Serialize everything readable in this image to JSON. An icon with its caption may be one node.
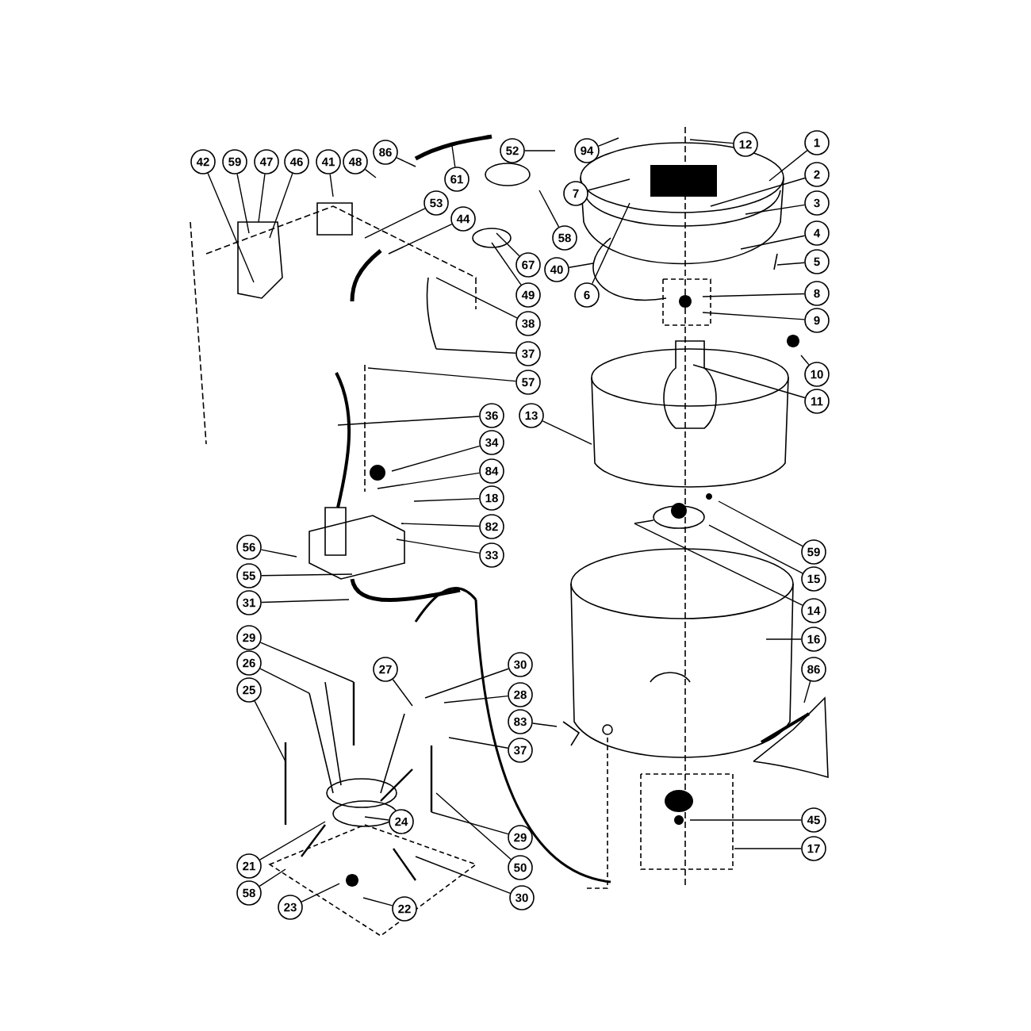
{
  "diagram": {
    "nodes": [
      {
        "text": [
          "42"
        ]
      },
      {
        "text": [
          "59"
        ]
      },
      {
        "text": [
          "47"
        ]
      },
      {
        "text": [
          "46"
        ]
      },
      {
        "text": [
          "41"
        ]
      },
      {
        "text": [
          "48"
        ]
      },
      {
        "text": [
          "86"
        ]
      },
      {
        "text": [
          "52"
        ]
      },
      {
        "text": [
          "94"
        ]
      },
      {
        "text": [
          "12"
        ]
      },
      {
        "text": [
          "1"
        ]
      },
      {
        "text": [
          "61"
        ]
      },
      {
        "text": [
          "7"
        ]
      },
      {
        "text": [
          "2"
        ]
      },
      {
        "text": [
          "53"
        ]
      },
      {
        "text": [
          "3"
        ]
      },
      {
        "text": [
          "44"
        ]
      },
      {
        "text": [
          "4"
        ]
      },
      {
        "text": [
          "58"
        ]
      },
      {
        "text": [
          "5"
        ]
      },
      {
        "text": [
          "67"
        ]
      },
      {
        "text": [
          "40"
        ]
      },
      {
        "text": [
          "8"
        ]
      },
      {
        "text": [
          "49"
        ]
      },
      {
        "text": [
          "6"
        ]
      },
      {
        "text": [
          "9"
        ]
      },
      {
        "text": [
          "38"
        ]
      },
      {
        "text": [
          "37"
        ]
      },
      {
        "text": [
          "10"
        ]
      },
      {
        "text": [
          "57"
        ]
      },
      {
        "text": [
          "11"
        ]
      },
      {
        "text": [
          "36"
        ]
      },
      {
        "text": [
          "13"
        ]
      },
      {
        "text": [
          "34"
        ]
      },
      {
        "text": [
          "84"
        ]
      },
      {
        "text": [
          "18"
        ]
      },
      {
        "text": [
          "82"
        ]
      },
      {
        "text": [
          "56"
        ]
      },
      {
        "text": [
          "59"
        ]
      },
      {
        "text": [
          "33"
        ]
      },
      {
        "text": [
          "55"
        ]
      },
      {
        "text": [
          "15"
        ]
      },
      {
        "text": [
          "31"
        ]
      },
      {
        "text": [
          "14"
        ]
      },
      {
        "text": [
          "29"
        ]
      },
      {
        "text": [
          "16"
        ]
      },
      {
        "text": [
          "26"
        ]
      },
      {
        "text": [
          "30"
        ]
      },
      {
        "text": [
          "27"
        ]
      },
      {
        "text": [
          "86"
        ]
      },
      {
        "text": [
          "25"
        ]
      },
      {
        "text": [
          "28"
        ]
      },
      {
        "text": [
          "83"
        ]
      },
      {
        "text": [
          "37"
        ]
      },
      {
        "text": [
          "45"
        ]
      },
      {
        "text": [
          "24"
        ]
      },
      {
        "text": [
          "29"
        ]
      },
      {
        "text": [
          "17"
        ]
      },
      {
        "text": [
          "21"
        ]
      },
      {
        "text": [
          "50"
        ]
      },
      {
        "text": [
          "58"
        ]
      },
      {
        "text": [
          "30"
        ]
      },
      {
        "text": [
          "23"
        ]
      },
      {
        "text": [
          "22"
        ]
      }
    ],
    "edges": [
      {
        "from": 0,
        "to": null,
        "arrow": "none"
      },
      {
        "from": 1,
        "to": null,
        "arrow": "none"
      },
      {
        "from": 2,
        "to": null,
        "arrow": "none"
      },
      {
        "from": 3,
        "to": null,
        "arrow": "none"
      },
      {
        "from": 4,
        "to": null,
        "arrow": "none"
      },
      {
        "from": 5,
        "to": null,
        "arrow": "none"
      },
      {
        "from": 6,
        "to": null,
        "arrow": "none"
      },
      {
        "from": 7,
        "to": null,
        "arrow": "none"
      },
      {
        "from": 8,
        "to": null,
        "arrow": "none"
      },
      {
        "from": 9,
        "to": null,
        "arrow": "none"
      },
      {
        "from": 10,
        "to": null,
        "arrow": "none"
      },
      {
        "from": 11,
        "to": null,
        "arrow": "none"
      },
      {
        "from": 12,
        "to": null,
        "arrow": "none"
      },
      {
        "from": 13,
        "to": null,
        "arrow": "none"
      },
      {
        "from": 14,
        "to": null,
        "arrow": "none"
      },
      {
        "from": 15,
        "to": null,
        "arrow": "none"
      },
      {
        "from": 16,
        "to": null,
        "arrow": "none"
      },
      {
        "from": 17,
        "to": null,
        "arrow": "none"
      },
      {
        "from": 18,
        "to": null,
        "arrow": "none"
      },
      {
        "from": 19,
        "to": null,
        "arrow": "none"
      },
      {
        "from": 20,
        "to": null,
        "arrow": "none"
      },
      {
        "from": 21,
        "to": null,
        "arrow": "none"
      },
      {
        "from": 22,
        "to": null,
        "arrow": "none"
      },
      {
        "from": 23,
        "to": null,
        "arrow": "none"
      },
      {
        "from": 24,
        "to": null,
        "arrow": "none"
      },
      {
        "from": 25,
        "to": null,
        "arrow": "none"
      },
      {
        "from": 26,
        "to": null,
        "arrow": "none"
      },
      {
        "from": 27,
        "to": null,
        "arrow": "none"
      },
      {
        "from": 28,
        "to": null,
        "arrow": "none"
      },
      {
        "from": 29,
        "to": null,
        "arrow": "none"
      },
      {
        "from": 30,
        "to": null,
        "arrow": "none"
      },
      {
        "from": 31,
        "to": null,
        "arrow": "none"
      },
      {
        "from": 32,
        "to": null,
        "arrow": "none"
      },
      {
        "from": 33,
        "to": null,
        "arrow": "none"
      },
      {
        "from": 34,
        "to": null,
        "arrow": "none"
      },
      {
        "from": 35,
        "to": null,
        "arrow": "none"
      },
      {
        "from": 36,
        "to": null,
        "arrow": "none"
      },
      {
        "from": 37,
        "to": null,
        "arrow": "none"
      },
      {
        "from": 38,
        "to": null,
        "arrow": "none"
      },
      {
        "from": 39,
        "to": null,
        "arrow": "none"
      },
      {
        "from": 40,
        "to": null,
        "arrow": "none"
      },
      {
        "from": 41,
        "to": null,
        "arrow": "none"
      },
      {
        "from": 42,
        "to": null,
        "arrow": "none"
      },
      {
        "from": 43,
        "to": null,
        "arrow": "none"
      },
      {
        "from": 44,
        "to": null,
        "arrow": "none"
      },
      {
        "from": 45,
        "to": null,
        "arrow": "none"
      },
      {
        "from": 46,
        "to": null,
        "arrow": "none"
      },
      {
        "from": 47,
        "to": null,
        "arrow": "none"
      },
      {
        "from": 48,
        "to": null,
        "arrow": "none"
      },
      {
        "from": 49,
        "to": null,
        "arrow": "none"
      },
      {
        "from": 50,
        "to": null,
        "arrow": "none"
      },
      {
        "from": 51,
        "to": null,
        "arrow": "none"
      },
      {
        "from": 52,
        "to": null,
        "arrow": "none"
      },
      {
        "from": 53,
        "to": null,
        "arrow": "none"
      },
      {
        "from": 54,
        "to": null,
        "arrow": "none"
      },
      {
        "from": 55,
        "to": null,
        "arrow": "none"
      },
      {
        "from": 56,
        "to": null,
        "arrow": "none"
      },
      {
        "from": 57,
        "to": null,
        "arrow": "none"
      },
      {
        "from": 58,
        "to": null,
        "arrow": "none"
      },
      {
        "from": 59,
        "to": null,
        "arrow": "none"
      },
      {
        "from": 60,
        "to": null,
        "arrow": "none"
      },
      {
        "from": 61,
        "to": null,
        "arrow": "none"
      },
      {
        "from": 62,
        "to": null,
        "arrow": "none"
      },
      {
        "from": 63,
        "to": null,
        "arrow": "none"
      }
    ]
  }
}
